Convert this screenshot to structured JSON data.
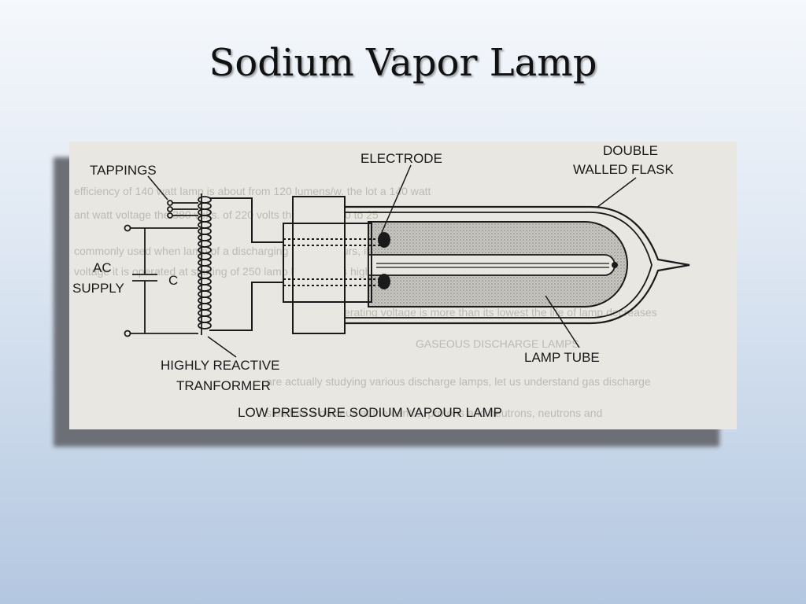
{
  "slide": {
    "title": "Sodium Vapor Lamp"
  },
  "diagram": {
    "labels": {
      "tappings": "TAPPINGS",
      "electrode": "ELECTRODE",
      "double": "DOUBLE",
      "walled_flask": "WALLED FLASK",
      "ac": "AC",
      "supply": "SUPPLY",
      "capacitor": "C",
      "highly_reactive": "HIGHLY REACTIVE",
      "tranformer": "TRANFORMER",
      "lamp_tube": "LAMP TUBE",
      "caption": "LOW PRESSURE SODIUM VAPOUR LAMP"
    },
    "bleed_through": {
      "line1": "efficiency of 140 watt lamp is about from 120 lumens/w. the lot a 140 watt",
      "line2": "ant watt voltage the 380 volts. of 220 volts the lamp is 20 to 25",
      "line3": "commonly used when lamp of a discharging voltage hours, if it is simply",
      "line4": "voltage it is operated at starting of 250 lamp lamp that is higher",
      "line5": "of its operating voltage is more than its lowest the life of lamp decreases",
      "heading": "GASEOUS DISCHARGE LAMPS",
      "line6": "are actually studying various discharge lamps, let us understand gas discharge",
      "line7": "sion has a nucleus at the centre, protons and neutrons, neutrons and"
    }
  }
}
